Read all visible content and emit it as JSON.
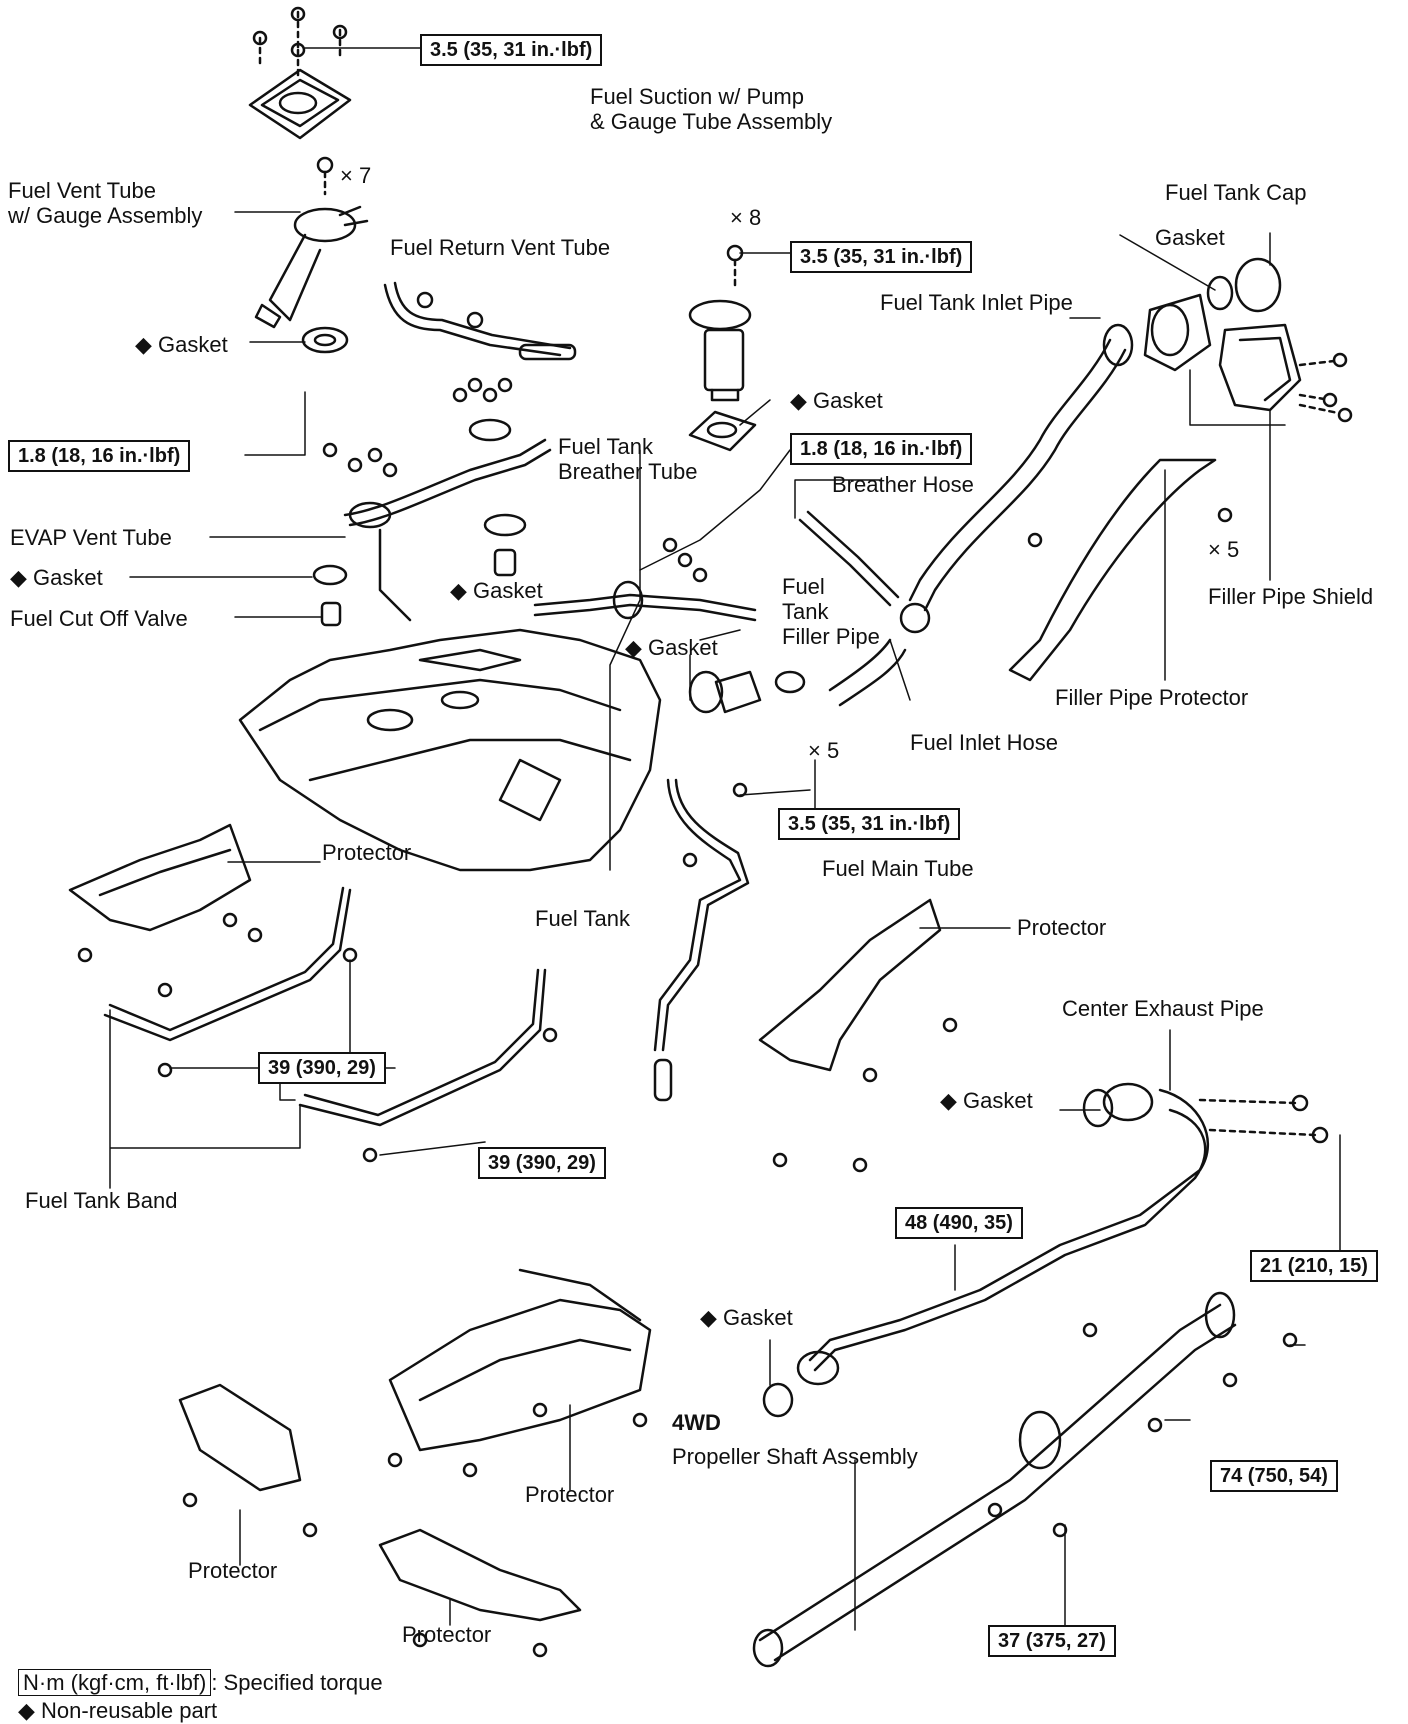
{
  "labels": {
    "fuel_suction": [
      "Fuel Suction w/ Pump",
      "& Gauge Tube Assembly"
    ],
    "fuel_vent_tube": [
      "Fuel Vent Tube",
      "w/ Gauge Assembly"
    ],
    "x7": "× 7",
    "x8": "× 8",
    "x5_shield": "× 5",
    "x5_pipe": "× 5",
    "fuel_return_vent_tube": "Fuel Return Vent Tube",
    "fuel_tank_cap": "Fuel Tank Cap",
    "gasket_cap": "Gasket",
    "fuel_tank_inlet_pipe": "Fuel Tank Inlet Pipe",
    "gasket_vent": "◆ Gasket",
    "gasket_suction": "◆ Gasket",
    "fuel_tank_breather_tube": [
      "Fuel Tank",
      "Breather Tube"
    ],
    "breather_hose": "Breather Hose",
    "evap_vent_tube": "EVAP Vent Tube",
    "gasket_left": "◆ Gasket",
    "fuel_cut_off_valve": "Fuel Cut Off Valve",
    "gasket_mid": "◆ Gasket",
    "gasket_filler": "◆ Gasket",
    "fuel_tank_filler_pipe": [
      "Fuel",
      "Tank",
      "Filler Pipe"
    ],
    "filler_pipe_shield": "Filler Pipe Shield",
    "filler_pipe_protector": "Filler Pipe Protector",
    "fuel_inlet_hose": "Fuel Inlet Hose",
    "protector_1": "Protector",
    "fuel_main_tube": "Fuel Main Tube",
    "fuel_tank": "Fuel Tank",
    "protector_2": "Protector",
    "center_exhaust_pipe": "Center Exhaust Pipe",
    "gasket_exhaust": "◆ Gasket",
    "fuel_tank_band": "Fuel Tank Band",
    "gasket_lower": "◆ Gasket",
    "fwd4": "4WD",
    "propeller_shaft": "Propeller Shaft Assembly",
    "protector_3": "Protector",
    "protector_4": "Protector",
    "protector_5": "Protector"
  },
  "torques": {
    "t1": "3.5 (35, 31 in.·lbf)",
    "t2": "3.5 (35, 31 in.·lbf)",
    "t3": "1.8 (18, 16 in.·lbf)",
    "t4": "1.8 (18, 16 in.·lbf)",
    "t5": "3.5 (35, 31 in.·lbf)",
    "t6": "39 (390, 29)",
    "t7": "39 (390, 29)",
    "t8": "48 (490, 35)",
    "t9": "21 (210, 15)",
    "t10": "74 (750, 54)",
    "t11": "37 (375, 27)"
  },
  "legend": {
    "torque_box": "N·m (kgf·cm, ft·lbf)",
    "torque_text": ": Specified torque",
    "non_reusable": "◆ Non-reusable part"
  }
}
